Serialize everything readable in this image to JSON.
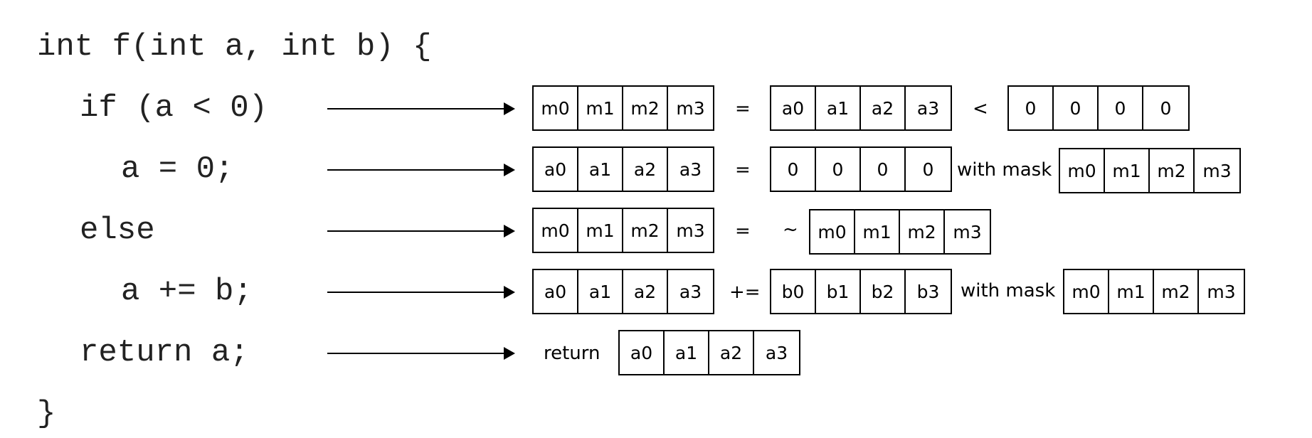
{
  "code_lines": [
    "int f(int a, int b) {",
    "if (a < 0)",
    "a = 0;",
    "else",
    "a += b;",
    "return a;",
    "}"
  ],
  "rows": [
    {
      "reg1": [
        "m0",
        "m1",
        "m2",
        "m3"
      ],
      "op1": "=",
      "reg2": [
        "a0",
        "a1",
        "a2",
        "a3"
      ],
      "op2": "<",
      "reg3": [
        "0",
        "0",
        "0",
        "0"
      ]
    },
    {
      "reg1": [
        "a0",
        "a1",
        "a2",
        "a3"
      ],
      "op1": "=",
      "reg2": [
        "0",
        "0",
        "0",
        "0"
      ],
      "op2": "with mask",
      "reg3": [
        "m0",
        "m1",
        "m2",
        "m3"
      ]
    },
    {
      "reg1": [
        "m0",
        "m1",
        "m2",
        "m3"
      ],
      "op1": "=",
      "op2": "~",
      "reg2": [
        "m0",
        "m1",
        "m2",
        "m3"
      ]
    },
    {
      "reg1": [
        "a0",
        "a1",
        "a2",
        "a3"
      ],
      "op1": "+=",
      "reg2": [
        "b0",
        "b1",
        "b2",
        "b3"
      ],
      "op2": "with mask",
      "reg3": [
        "m0",
        "m1",
        "m2",
        "m3"
      ]
    },
    {
      "op1": "return",
      "reg1": [
        "a0",
        "a1",
        "a2",
        "a3"
      ]
    }
  ]
}
